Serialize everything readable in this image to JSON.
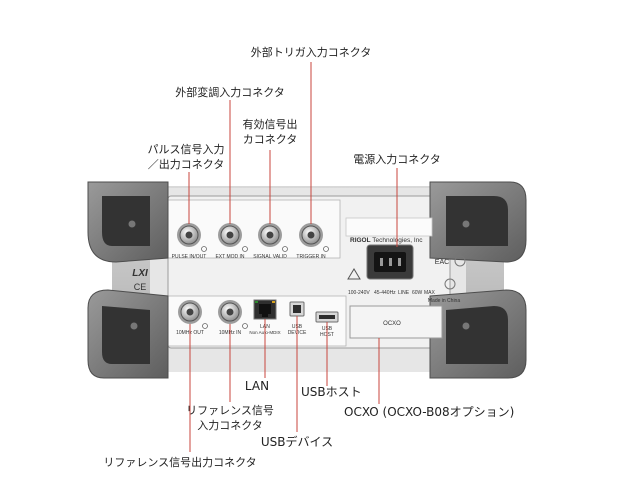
{
  "callouts": {
    "trigger_in": "外部トリガ入力コネクタ",
    "ext_mod": "外部変調入力コネクタ",
    "signal_valid_1": "有効信号出",
    "signal_valid_2": "カコネクタ",
    "pulse_1": "パルス信号入力",
    "pulse_2": "／出力コネクタ",
    "power_in": "電源入力コネクタ",
    "lan": "LAN",
    "usb_host": "USBホスト",
    "ocxo": "OCXO (OCXO-B08オプション)",
    "ref_in_1": "リファレンス信号",
    "ref_in_2": "入力コネクタ",
    "usb_device": "USBデバイス",
    "ref_out": "リファレンス信号出力コネクタ"
  },
  "panel": {
    "pulse_label": "PULSE IN/OUT",
    "extmod_label": "EXT MOD IN",
    "valid_label": "SIGNAL VALID",
    "trigger_label": "TRIGGER IN",
    "ref_out_label": "10MHz OUT",
    "ref_in_label": "10MHz IN",
    "lan_label_1": "LAN",
    "lan_label_2": "Non Auto-MDIX",
    "usbdev_label_1": "USB",
    "usbdev_label_2": "DEVICE",
    "usbhost_label_1": "USB",
    "usbhost_label_2": "HOST",
    "brand": "RIGOL",
    "brand_suffix": " Technologies, Inc",
    "lxi": "LXI",
    "ce": "CE",
    "power_spec_1": "100-240V",
    "power_spec_2": "45-440Hz",
    "power_spec_3": "LINE",
    "power_spec_4": "60W",
    "power_spec_5": "MAX",
    "made_in": "Made in China",
    "eac": "EAC",
    "ocxo_slot": "OCXO"
  }
}
